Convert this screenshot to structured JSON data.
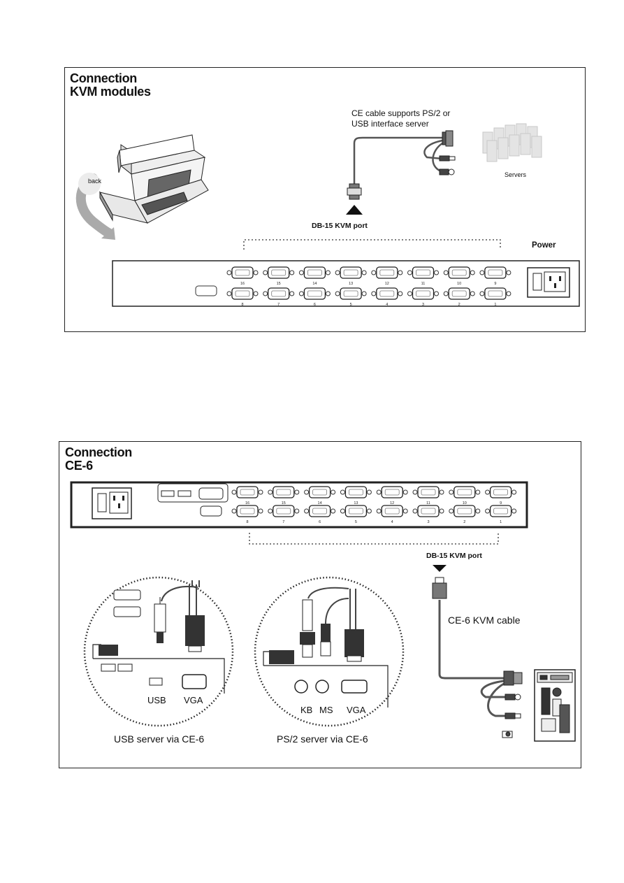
{
  "section1": {
    "title_line1": "Connection",
    "title_line2": "KVM modules",
    "back_label": "back",
    "cable_caption_line1": "CE cable supports PS/2 or",
    "cable_caption_line2": "USB interface server",
    "servers_label": "Servers",
    "port_label": "DB-15 KVM port",
    "power_label": "Power",
    "ports_top": [
      "16",
      "15",
      "14",
      "13",
      "12",
      "11",
      "10",
      "9"
    ],
    "ports_bottom": [
      "8",
      "7",
      "6",
      "5",
      "4",
      "3",
      "2",
      "1"
    ]
  },
  "section2": {
    "title_line1": "Connection",
    "title_line2": "CE-6",
    "port_label": "DB-15 KVM port",
    "cable_label": "CE-6 KVM cable",
    "usb_label": "USB",
    "vga_label": "VGA",
    "kb_label": "KB",
    "ms_label": "MS",
    "vga2_label": "VGA",
    "usb_caption": "USB server via CE-6",
    "ps2_caption": "PS/2 server via CE-6",
    "ports_top": [
      "16",
      "15",
      "14",
      "13",
      "12",
      "11",
      "10",
      "9"
    ],
    "ports_bottom": [
      "8",
      "7",
      "6",
      "5",
      "4",
      "3",
      "2",
      "1"
    ]
  },
  "colors": {
    "line": "#222222",
    "grey": "#9a9a9a",
    "light": "#d9d9d9"
  },
  "icons": [
    "vga-connector-icon",
    "usb-plug-icon",
    "ps2-plug-icon",
    "power-socket-icon",
    "power-switch-icon",
    "server-tower-icon",
    "lcd-console-drawer-icon",
    "rotate-arrow-icon",
    "triangle-up-icon",
    "triangle-down-icon"
  ]
}
